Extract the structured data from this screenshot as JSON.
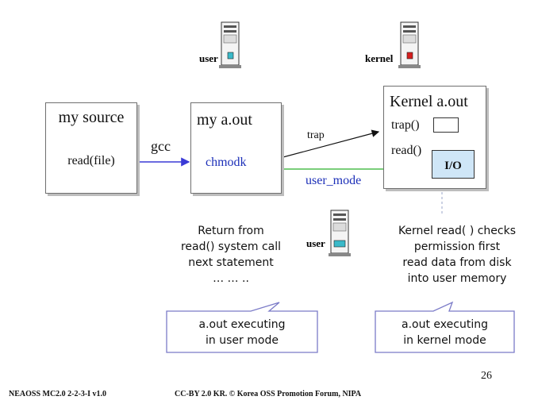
{
  "slide": {
    "server_labels": {
      "user_top": "user",
      "kernel_top": "kernel",
      "user_mid": "user"
    },
    "my_source": {
      "title": "my source",
      "code": "read(file)"
    },
    "gcc_label": "gcc",
    "my_aout": {
      "title": "my a.out",
      "code": "chmodk"
    },
    "trap_label": "trap",
    "user_mode_label": "user_mode",
    "kernel_aout": {
      "title": "Kernel a.out",
      "trap_fn": "trap()",
      "read_fn": "read()",
      "io_label": "I/O"
    },
    "return_note": [
      "Return from",
      "read() system call",
      "next statement",
      "… … .."
    ],
    "kernel_note": [
      "Kernel read( ) checks",
      "permission first",
      "read data from disk",
      "into user memory"
    ],
    "callout_user": [
      "a.out executing",
      "in user mode"
    ],
    "callout_kernel": [
      "a.out executing",
      "in kernel mode"
    ],
    "page_number": "26",
    "footer_left": "NEAOSS MC2.0 2-2-3-I v1.0",
    "footer_center": "CC-BY 2.0 KR. © Korea OSS Promotion Forum, NIPA",
    "colors": {
      "gcc_arrow": "#3a3ad6",
      "code_text": "#1c2fb8",
      "user_mode_arrow": "#2bb02b",
      "user_mode_text": "#1c2fb8",
      "io_fill": "#cfe6f7",
      "callout_border": "#7b7bc8",
      "server_user_light": "#3ab9c9",
      "server_kernel_light": "#d61f1f"
    },
    "icons": [
      "server-icon"
    ]
  }
}
